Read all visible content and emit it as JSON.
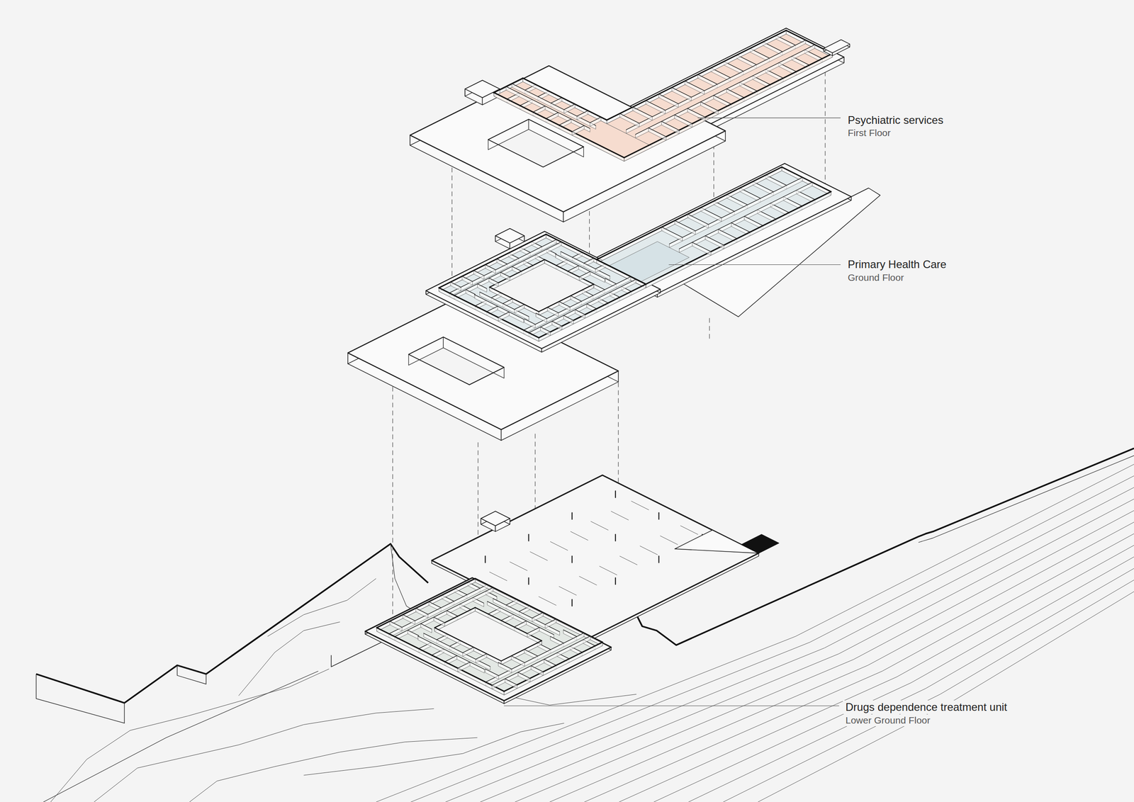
{
  "diagram": {
    "labels": [
      "Psychiatric services",
      "First Floor",
      "Primary Health Care",
      "Ground Floor",
      "Drugs dependence treatment unit",
      "Lower Ground Floor"
    ]
  }
}
